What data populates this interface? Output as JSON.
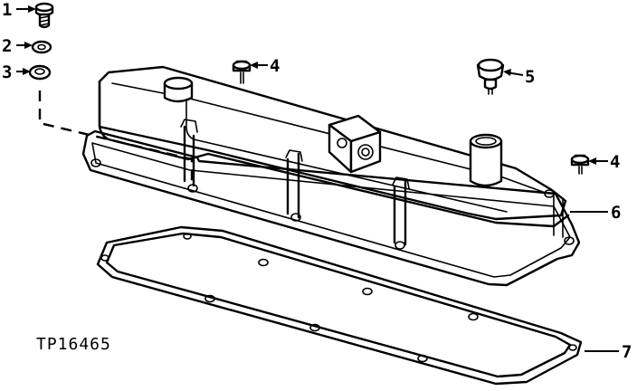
{
  "figure_id": "TP16465",
  "callouts": [
    {
      "number": "1",
      "part": "cap-screw"
    },
    {
      "number": "2",
      "part": "lock-washer"
    },
    {
      "number": "3",
      "part": "sealing-washer"
    },
    {
      "number": "4",
      "part": "cap-screw"
    },
    {
      "number": "5",
      "part": "breather-fitting"
    },
    {
      "number": "4",
      "part": "cap-screw"
    },
    {
      "number": "6",
      "part": "valve-cover"
    },
    {
      "number": "7",
      "part": "cover-gasket"
    }
  ]
}
